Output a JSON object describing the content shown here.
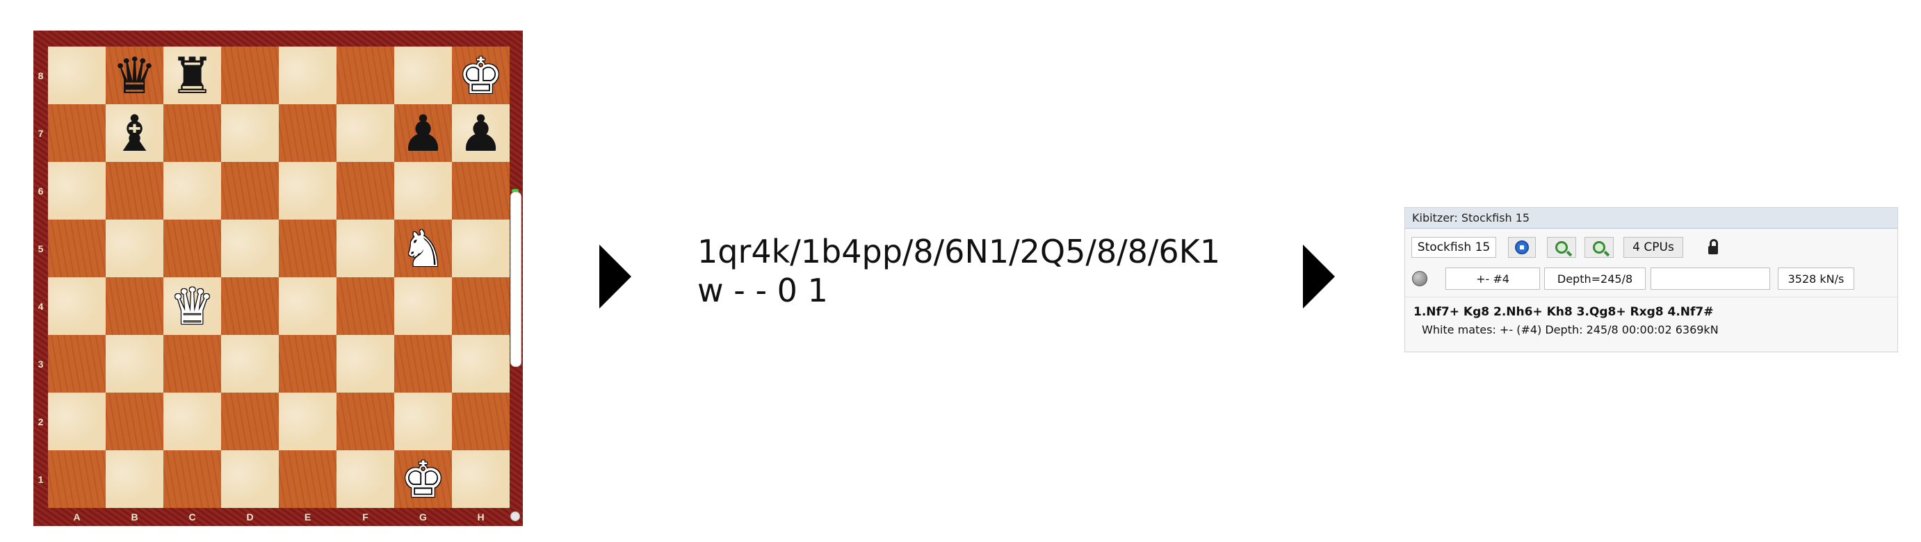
{
  "board": {
    "ranks": [
      "8",
      "7",
      "6",
      "5",
      "4",
      "3",
      "2",
      "1"
    ],
    "files": [
      "A",
      "B",
      "C",
      "D",
      "E",
      "F",
      "G",
      "H"
    ],
    "pieces": [
      {
        "square": "b8",
        "glyph": "♛",
        "color": "b",
        "name": "black-queen-icon"
      },
      {
        "square": "c8",
        "glyph": "♜",
        "color": "b",
        "name": "black-rook-icon"
      },
      {
        "square": "h8",
        "glyph": "♚",
        "color": "w",
        "name": "white-king-icon"
      },
      {
        "square": "b7",
        "glyph": "♝",
        "color": "b",
        "name": "black-bishop-icon"
      },
      {
        "square": "g7",
        "glyph": "♟",
        "color": "b",
        "name": "black-pawn-icon"
      },
      {
        "square": "h7",
        "glyph": "♟",
        "color": "b",
        "name": "black-pawn-icon"
      },
      {
        "square": "g5",
        "glyph": "♞",
        "color": "w",
        "name": "white-knight-icon"
      },
      {
        "square": "c4",
        "glyph": "♛",
        "color": "w",
        "name": "white-queen-icon"
      },
      {
        "square": "g1",
        "glyph": "♚",
        "color": "w",
        "name": "white-king-icon"
      }
    ]
  },
  "fen": {
    "line1": "1qr4k/1b4pp/8/6N1/2Q5/8/8/6K1",
    "line2": "w - - 0 1"
  },
  "kibitzer": {
    "title": "Kibitzer: Stockfish 15",
    "engine_label": "Stockfish 15",
    "cpus_label": "4 CPUs",
    "eval": "+- #4",
    "depth": "Depth=245/8",
    "blank_field": "",
    "speed": "3528 kN/s",
    "pv_line": "1.Nf7+ Kg8 2.Nh6+ Kh8 3.Qg8+ Rxg8 4.Nf7#",
    "info_line": "White mates: +- (#4)  Depth: 245/8   00:00:02  6369kN"
  },
  "colors": {
    "light_square": "#efdcb5",
    "dark_square": "#c8642b",
    "frame": "#8a1c17",
    "title_bar": "#dfe6ee"
  }
}
